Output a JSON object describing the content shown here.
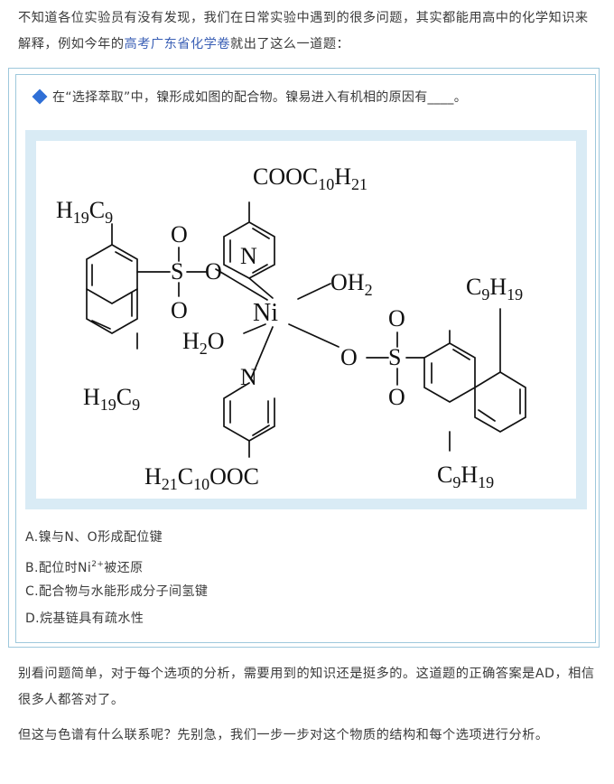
{
  "intro": {
    "text_before": "不知道各位实验员有没有发现，我们在日常实验中遇到的很多问题，其实都能用高中的化学知识来解释，例如今年的",
    "link": "高考广东省化学卷",
    "text_after": "就出了这么一道题："
  },
  "question": {
    "text": "在“选择萃取”中，镍形成如图的配合物。镍易进入有机相的原因有____。"
  },
  "structure": {
    "top_ester": "COOC10H21",
    "bottom_ester": "H21C10OOC",
    "left_top_alkyl": "H19C9",
    "left_bottom_alkyl": "H19C9",
    "right_top_alkyl": "C9H19",
    "right_bottom_alkyl": "C9H19",
    "metal": "Ni",
    "water_top": "OH2",
    "water_bottom": "H2O",
    "atom_n": "N",
    "atom_o": "O",
    "atom_s": "S"
  },
  "options": {
    "a": "A.镍与N、O形成配位键",
    "b_pre": "B.配位时Ni",
    "b_sup": "2+",
    "b_post": "被还原",
    "c": "C.配合物与水能形成分子间氢键",
    "d": "D.烷基链具有疏水性"
  },
  "para2": "别看问题简单，对于每个选项的分析，需要用到的知识还是挺多的。这道题的正确答案是AD，相信很多人都答对了。",
  "para3": "但这与色谱有什么联系呢？先别急，我们一步一步对这个物质的结构和每个选项进行分析。",
  "colors": {
    "link": "#3a5fb5",
    "frame_border": "#9ec8dc",
    "figure_frame": "#d9ebf5",
    "bullet": "#2f6fd6",
    "text": "#3a3a3a"
  },
  "icons": {
    "bullet": "diamond-bullet-icon"
  }
}
